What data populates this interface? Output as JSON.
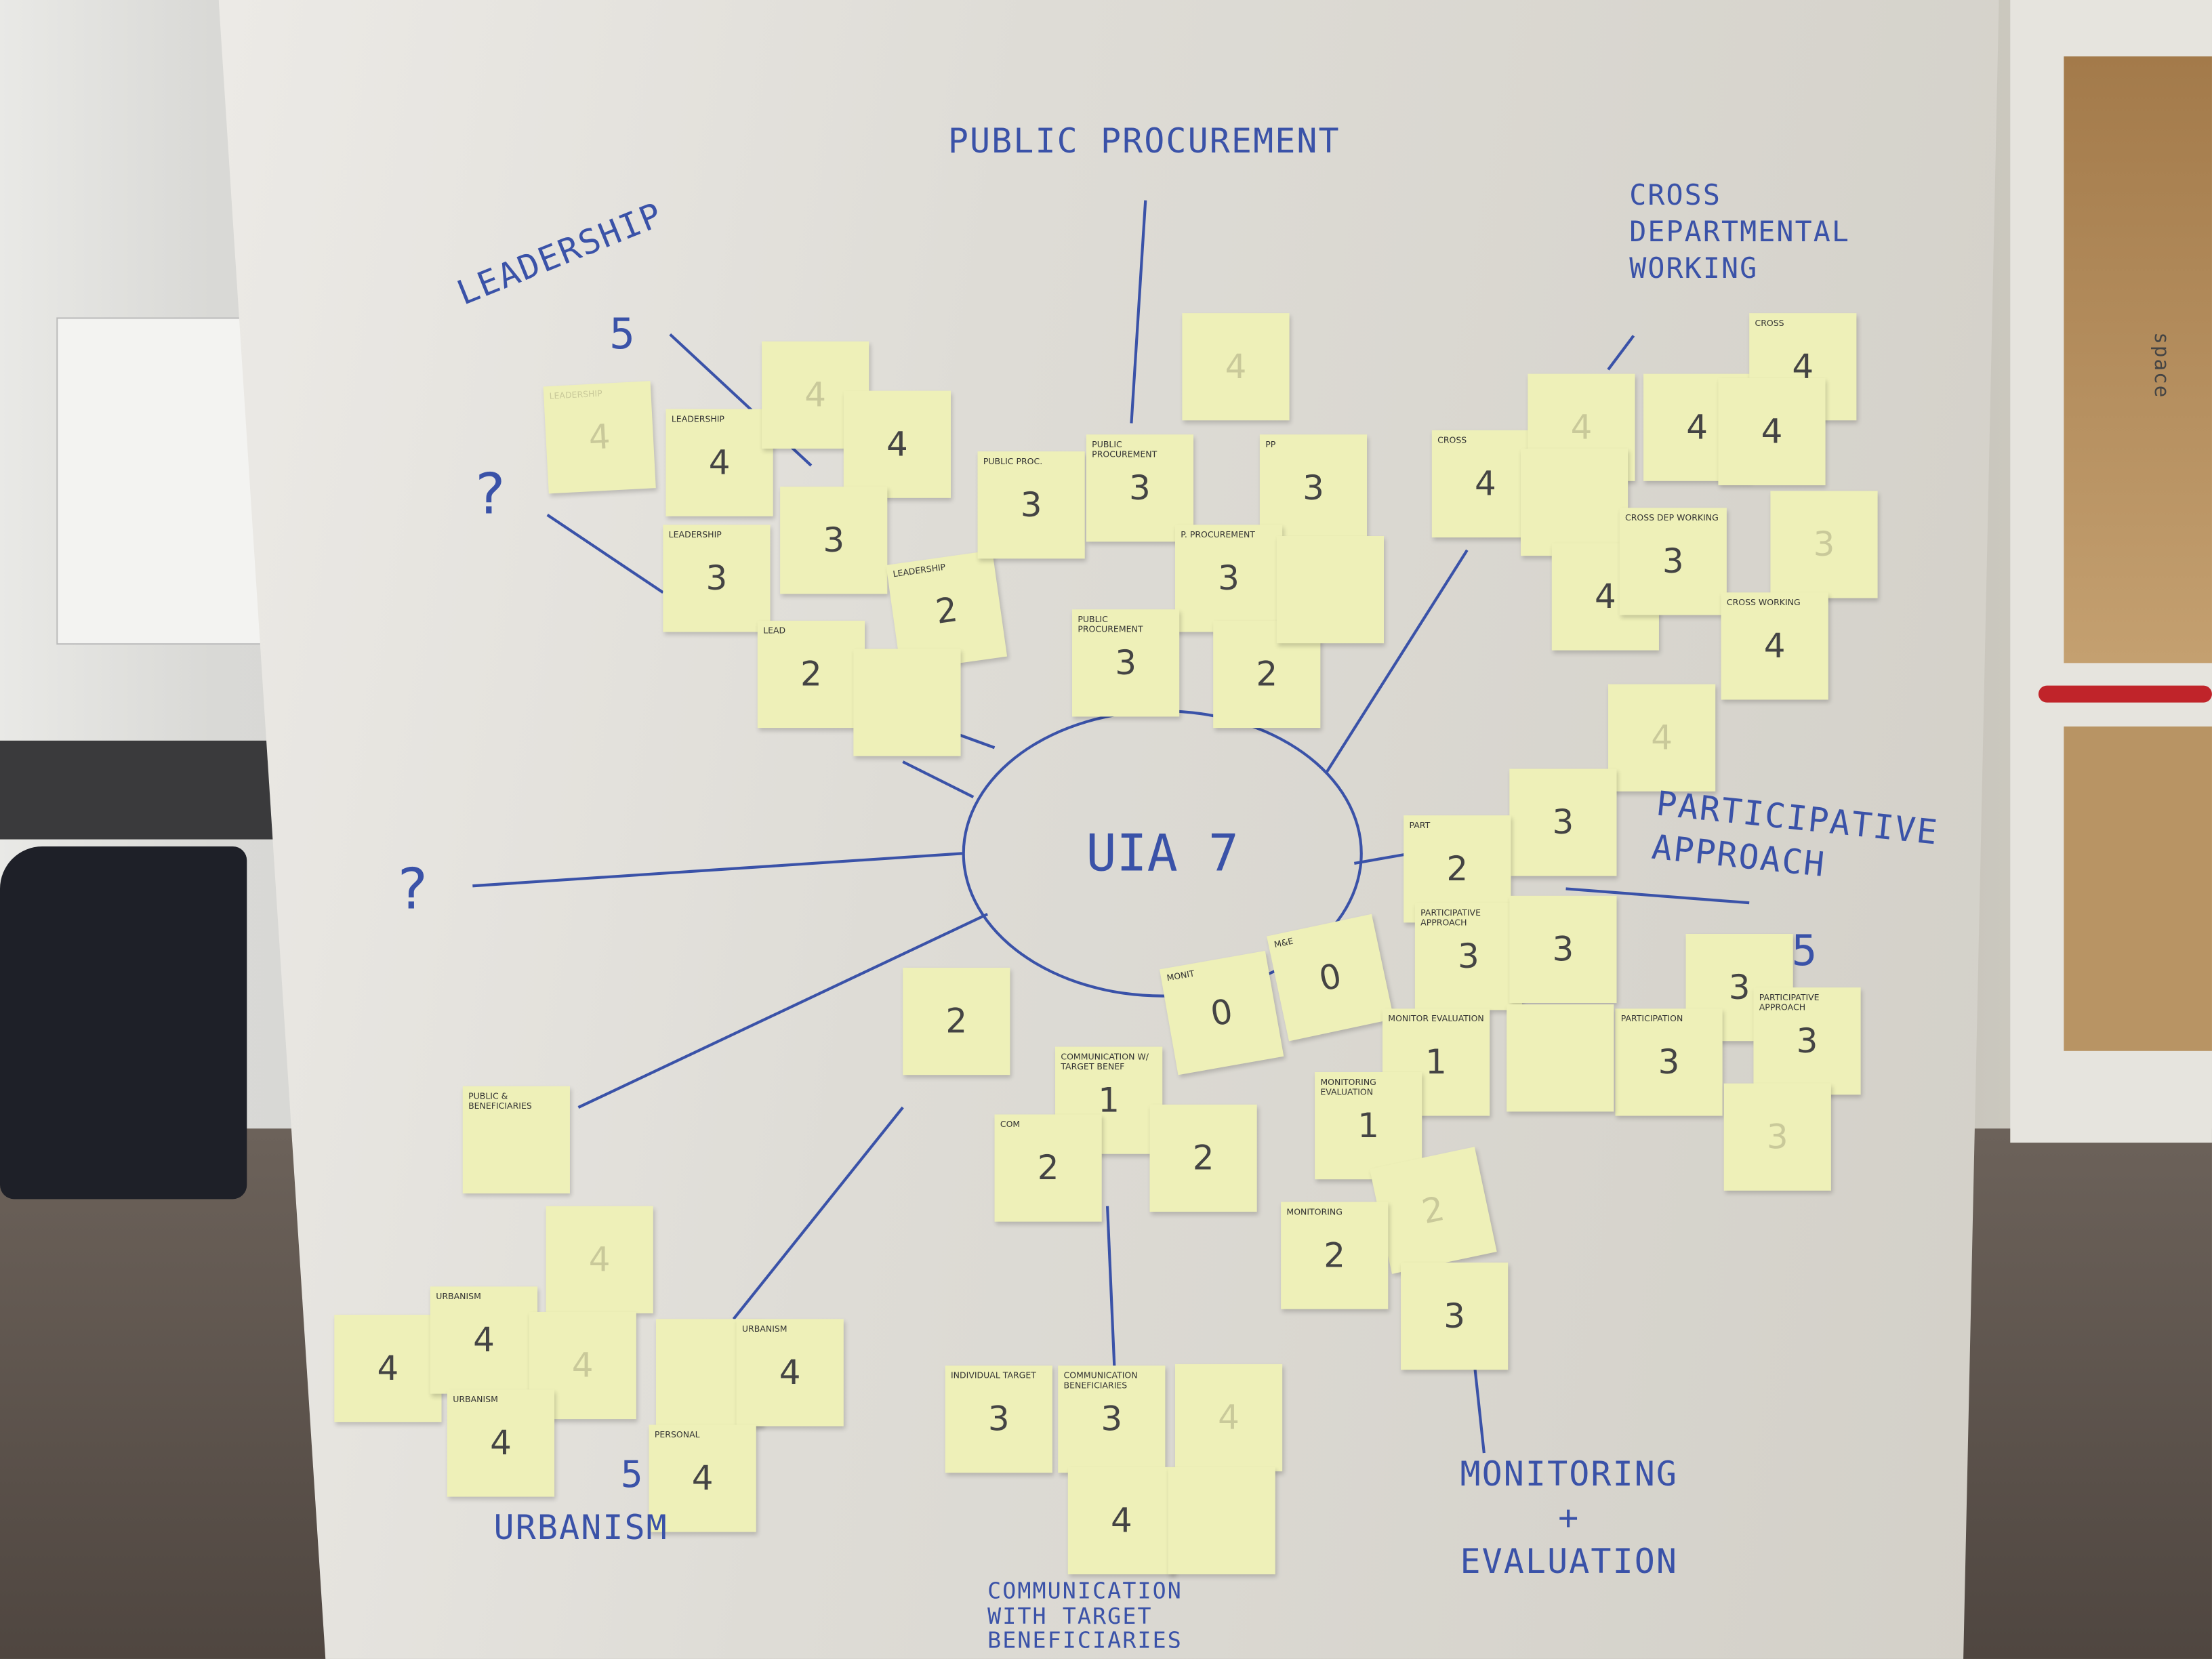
{
  "center": {
    "label": "UIA 7"
  },
  "branches": [
    {
      "label": "LEADERSHIP",
      "score": "5"
    },
    {
      "label": "PUBLIC PROCUREMENT"
    },
    {
      "label": "CROSS\nDEPARTMENTAL\nWORKING"
    },
    {
      "label": "PARTICIPATIVE\nAPPROACH",
      "score": "5"
    },
    {
      "label": "MONITORING\n+\nEVALUATION"
    },
    {
      "label": "COMMUNICATION\nWITH TARGET\nBENEFICIARIES"
    },
    {
      "label": "URBANISM",
      "score": "5"
    },
    {
      "label": "?"
    },
    {
      "label": "?"
    }
  ],
  "background_sign": "space",
  "colors": {
    "marker": "#3a52a8",
    "sticky_note": "#eef0b8",
    "door_bar": "#c0242a"
  },
  "notes": [
    {
      "label": "Leadership",
      "value": "4",
      "faint": true
    },
    {
      "label": "Leadership",
      "value": "4"
    },
    {
      "label": "",
      "value": "4",
      "faint": true
    },
    {
      "label": "",
      "value": "4"
    },
    {
      "label": "",
      "value": "3"
    },
    {
      "label": "Leadership",
      "value": "3"
    },
    {
      "label": "Leadership",
      "value": "2"
    },
    {
      "label": "Lead",
      "value": "2"
    },
    {
      "label": "",
      "value": "",
      "faint": true
    },
    {
      "label": "Public Proc.",
      "value": "3"
    },
    {
      "label": "Public Procurement",
      "value": "3"
    },
    {
      "label": "",
      "value": "4",
      "faint": true
    },
    {
      "label": "PP",
      "value": "3"
    },
    {
      "label": "P. Procurement",
      "value": "3"
    },
    {
      "label": "Public Procurement",
      "value": "3"
    },
    {
      "label": "",
      "value": "2"
    },
    {
      "label": "",
      "value": "",
      "faint": true
    },
    {
      "label": "Cross",
      "value": "4"
    },
    {
      "label": "",
      "value": "4",
      "faint": true
    },
    {
      "label": "",
      "value": "4"
    },
    {
      "label": "Cross",
      "value": "4"
    },
    {
      "label": "",
      "value": "4"
    },
    {
      "label": "",
      "value": "",
      "faint": true
    },
    {
      "label": "",
      "value": "4"
    },
    {
      "label": "Cross Dep Working",
      "value": "3"
    },
    {
      "label": "",
      "value": "3",
      "faint": true
    },
    {
      "label": "Cross Working",
      "value": "4"
    },
    {
      "label": "",
      "value": "4",
      "faint": true
    },
    {
      "label": "",
      "value": "3"
    },
    {
      "label": "Part",
      "value": "2"
    },
    {
      "label": "Participative Approach",
      "value": "3"
    },
    {
      "label": "",
      "value": "3"
    },
    {
      "label": "",
      "value": "3"
    },
    {
      "label": "Participative Approach",
      "value": "3"
    },
    {
      "label": "Participation",
      "value": "3"
    },
    {
      "label": "",
      "value": "",
      "faint": true
    },
    {
      "label": "",
      "value": "3",
      "faint": true
    },
    {
      "label": "M&E",
      "value": "0"
    },
    {
      "label": "Monit",
      "value": "0"
    },
    {
      "label": "Monitor Evaluation",
      "value": "1"
    },
    {
      "label": "Monitoring Evaluation",
      "value": "1"
    },
    {
      "label": "",
      "value": "2",
      "faint": true
    },
    {
      "label": "Monitoring",
      "value": "2"
    },
    {
      "label": "",
      "value": "3"
    },
    {
      "label": "",
      "value": "2"
    },
    {
      "label": "Communication w/ target benef",
      "value": "1"
    },
    {
      "label": "Com",
      "value": "2"
    },
    {
      "label": "",
      "value": "2"
    },
    {
      "label": "Public & beneficiaries",
      "value": ""
    },
    {
      "label": "",
      "value": "4",
      "faint": true
    },
    {
      "label": "",
      "value": "4"
    },
    {
      "label": "Urbanism",
      "value": "4"
    },
    {
      "label": "",
      "value": "4",
      "faint": true
    },
    {
      "label": "Urbanism",
      "value": "4"
    },
    {
      "label": "",
      "value": "",
      "faint": true
    },
    {
      "label": "Urbanism",
      "value": "4"
    },
    {
      "label": "Personal",
      "value": "4"
    },
    {
      "label": "Individual target",
      "value": "3"
    },
    {
      "label": "Communication beneficiaries",
      "value": "3"
    },
    {
      "label": "",
      "value": "4",
      "faint": true
    },
    {
      "label": "",
      "value": "4"
    },
    {
      "label": "",
      "value": "",
      "faint": true
    }
  ]
}
